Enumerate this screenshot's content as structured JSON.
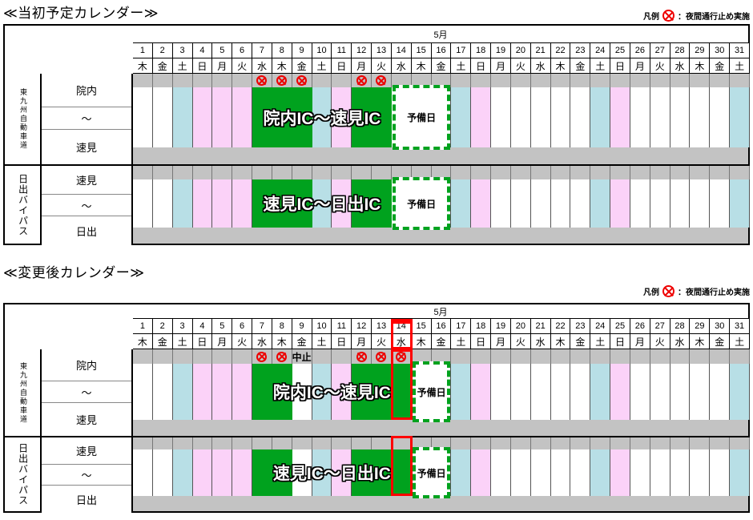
{
  "legend": {
    "label": "凡例",
    "icon": "circled-x-icon",
    "text": "：夜間通行止め実施"
  },
  "calendars": [
    {
      "id": "original",
      "title": "≪当初予定カレンダー≫",
      "month": "5月",
      "days": [
        1,
        2,
        3,
        4,
        5,
        6,
        7,
        8,
        9,
        10,
        11,
        12,
        13,
        14,
        15,
        16,
        17,
        18,
        19,
        20,
        21,
        22,
        23,
        24,
        25,
        26,
        27,
        28,
        29,
        30,
        31
      ],
      "weekdays": [
        "木",
        "金",
        "土",
        "日",
        "月",
        "火",
        "水",
        "木",
        "金",
        "土",
        "日",
        "月",
        "火",
        "水",
        "木",
        "金",
        "土",
        "日",
        "月",
        "火",
        "水",
        "木",
        "金",
        "土",
        "日",
        "月",
        "火",
        "水",
        "木",
        "金",
        "土"
      ],
      "weekend_colors": [
        "white",
        "white",
        "blue",
        "pink",
        "pink",
        "pink",
        "white",
        "white",
        "white",
        "blue",
        "pink",
        "white",
        "white",
        "white",
        "white",
        "white",
        "blue",
        "pink",
        "white",
        "white",
        "white",
        "white",
        "white",
        "blue",
        "pink",
        "white",
        "white",
        "white",
        "white",
        "white",
        "blue"
      ],
      "sections": [
        {
          "road": "東九州自動車道",
          "rows": [
            "院内",
            "～",
            "速見"
          ],
          "work_label": "院内IC～速見IC",
          "work_days": [
            7,
            8,
            9,
            12,
            13
          ],
          "reserve_label": "予備日",
          "reserve_days": [
            14,
            15,
            16
          ],
          "closure_days": [
            7,
            8,
            9,
            12,
            13
          ],
          "cancelled_days": [],
          "cancelled_text": "",
          "highlight_day": null
        },
        {
          "road": "日出バイパス",
          "rows": [
            "速見",
            "～",
            "日出"
          ],
          "work_label": "速見IC～日出IC",
          "work_days": [
            7,
            8,
            9,
            12,
            13
          ],
          "reserve_label": "予備日",
          "reserve_days": [
            14,
            15,
            16
          ],
          "closure_days": [],
          "cancelled_days": [],
          "cancelled_text": "",
          "highlight_day": null
        }
      ]
    },
    {
      "id": "revised",
      "title": "≪変更後カレンダー≫",
      "month": "5月",
      "days": [
        1,
        2,
        3,
        4,
        5,
        6,
        7,
        8,
        9,
        10,
        11,
        12,
        13,
        14,
        15,
        16,
        17,
        18,
        19,
        20,
        21,
        22,
        23,
        24,
        25,
        26,
        27,
        28,
        29,
        30,
        31
      ],
      "weekdays": [
        "木",
        "金",
        "土",
        "日",
        "月",
        "火",
        "水",
        "木",
        "金",
        "土",
        "日",
        "月",
        "火",
        "水",
        "木",
        "金",
        "土",
        "日",
        "月",
        "火",
        "水",
        "木",
        "金",
        "土",
        "日",
        "月",
        "火",
        "水",
        "木",
        "金",
        "土"
      ],
      "weekend_colors": [
        "white",
        "white",
        "blue",
        "pink",
        "pink",
        "pink",
        "white",
        "white",
        "white",
        "blue",
        "pink",
        "white",
        "white",
        "white",
        "white",
        "white",
        "blue",
        "pink",
        "white",
        "white",
        "white",
        "white",
        "white",
        "blue",
        "pink",
        "white",
        "white",
        "white",
        "white",
        "white",
        "blue"
      ],
      "sections": [
        {
          "road": "東九州自動車道",
          "rows": [
            "院内",
            "～",
            "速見"
          ],
          "work_label": "院内IC～速見IC",
          "work_days": [
            7,
            8,
            12,
            13,
            14
          ],
          "reserve_label": "予備日",
          "reserve_days": [
            15,
            16
          ],
          "closure_days": [
            7,
            8,
            12,
            13,
            14
          ],
          "cancelled_days": [
            9
          ],
          "cancelled_text": "中止",
          "highlight_day": 14
        },
        {
          "road": "日出バイパス",
          "rows": [
            "速見",
            "～",
            "日出"
          ],
          "work_label": "速見IC～日出IC",
          "work_days": [
            7,
            8,
            12,
            13,
            14
          ],
          "reserve_label": "予備日",
          "reserve_days": [
            15,
            16
          ],
          "closure_days": [],
          "cancelled_days": [],
          "cancelled_text": "",
          "highlight_day": 14
        }
      ]
    }
  ],
  "colors": {
    "work_green": "#00a21e",
    "saturday_blue": "#b8dfe6",
    "sunday_pink": "#fbd2f8",
    "gray_strip": "#c3c3c3",
    "closure_red": "#ee0000",
    "highlight_red": "#ff0000"
  }
}
